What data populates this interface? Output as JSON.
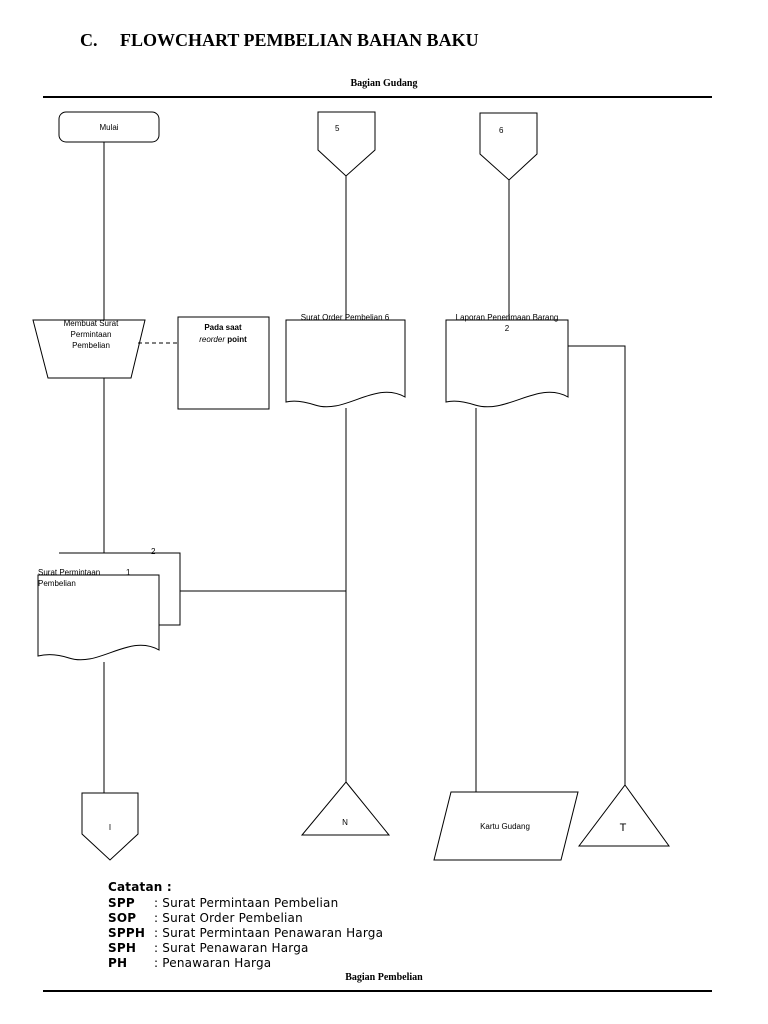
{
  "header": {
    "title": "C.     FLOWCHART PEMBELIAN BAHAN BAKU"
  },
  "lanes": {
    "top_label": "Bagian Gudang",
    "bottom_label": "Bagian Pembelian"
  },
  "nodes": {
    "start": "Mulai",
    "connector_5": "5",
    "connector_6": "6",
    "manual_op_line1": "Membuat Surat",
    "manual_op_line2": "Permintaan",
    "manual_op_line3": "Pembelian",
    "annotation_line1": "Pada saat",
    "annotation_line2_italic": "reorder",
    "annotation_line2_rest": " point",
    "sop_doc": "Surat Order Pembelian 6",
    "lpb_doc": "Laporan Penerimaan Barang",
    "lpb_copy": "2",
    "spp_copy2": "2",
    "spp_line1": "Surat Permintaan",
    "spp_copy1": "1",
    "spp_line2": "Pembelian",
    "offpage_i": "I",
    "file_n": "N",
    "kartu_gudang": "Kartu Gudang",
    "file_t": "T"
  },
  "notes": {
    "title": "Catatan :",
    "items": [
      {
        "abbr": "SPP",
        "def": ": Surat Permintaan Pembelian"
      },
      {
        "abbr": "SOP",
        "def": ": Surat Order Pembelian"
      },
      {
        "abbr": "SPPH",
        "def": ": Surat Permintaan Penawaran Harga"
      },
      {
        "abbr": "SPH",
        "def": ": Surat Penawaran Harga"
      },
      {
        "abbr": "PH",
        "def": ": Penawaran Harga"
      }
    ]
  }
}
